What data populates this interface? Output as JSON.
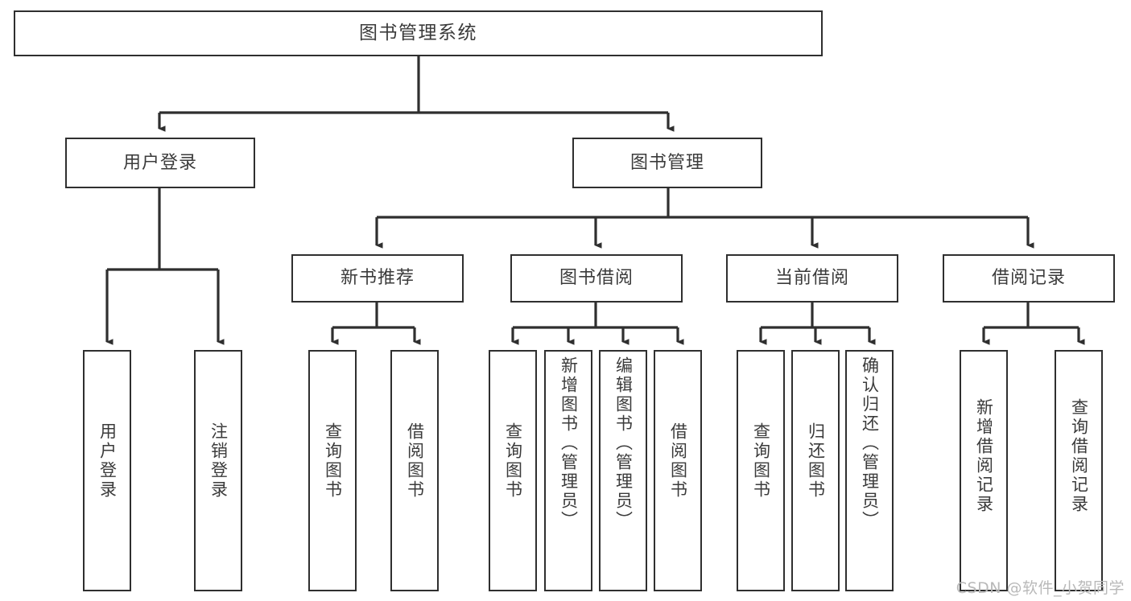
{
  "diagram": {
    "title": "图书管理系统",
    "type": "功能结构图",
    "root": {
      "id": "root",
      "label": "图书管理系统"
    },
    "level1": [
      {
        "id": "user-login",
        "label": "用户登录"
      },
      {
        "id": "book-management",
        "label": "图书管理"
      }
    ],
    "level2": [
      {
        "id": "new-book-recommend",
        "label": "新书推荐",
        "parent": "book-management"
      },
      {
        "id": "book-borrow",
        "label": "图书借阅",
        "parent": "book-management"
      },
      {
        "id": "current-borrow",
        "label": "当前借阅",
        "parent": "book-management"
      },
      {
        "id": "borrow-record",
        "label": "借阅记录",
        "parent": "book-management"
      }
    ],
    "leaves": [
      {
        "id": "leaf-user-login",
        "label": "用户登录",
        "parent": "user-login"
      },
      {
        "id": "leaf-logout-login",
        "label": "注销登录",
        "parent": "user-login"
      },
      {
        "id": "leaf-query-book-1",
        "label": "查询图书",
        "parent": "new-book-recommend"
      },
      {
        "id": "leaf-borrow-book-1",
        "label": "借阅图书",
        "parent": "new-book-recommend"
      },
      {
        "id": "leaf-query-book-2",
        "label": "查询图书",
        "parent": "book-borrow"
      },
      {
        "id": "leaf-add-book",
        "label": "新增图书（管理员）",
        "parent": "book-borrow"
      },
      {
        "id": "leaf-edit-book",
        "label": "编辑图书（管理员）",
        "parent": "book-borrow"
      },
      {
        "id": "leaf-borrow-book-2",
        "label": "借阅图书",
        "parent": "book-borrow"
      },
      {
        "id": "leaf-query-book-3",
        "label": "查询图书",
        "parent": "current-borrow"
      },
      {
        "id": "leaf-return-book",
        "label": "归还图书",
        "parent": "current-borrow"
      },
      {
        "id": "leaf-confirm-return",
        "label": "确认归还（管理员）",
        "parent": "current-borrow"
      },
      {
        "id": "leaf-add-record",
        "label": "新增借阅记录",
        "parent": "borrow-record"
      },
      {
        "id": "leaf-query-record",
        "label": "查询借阅记录",
        "parent": "borrow-record"
      }
    ],
    "colors": {
      "stroke": "#2f2f2f",
      "text": "#3b3b3b",
      "background": "#ffffff",
      "watermark": "#b9b9b9"
    }
  },
  "watermark": {
    "text": "CSDN @软件_小贺同学"
  }
}
